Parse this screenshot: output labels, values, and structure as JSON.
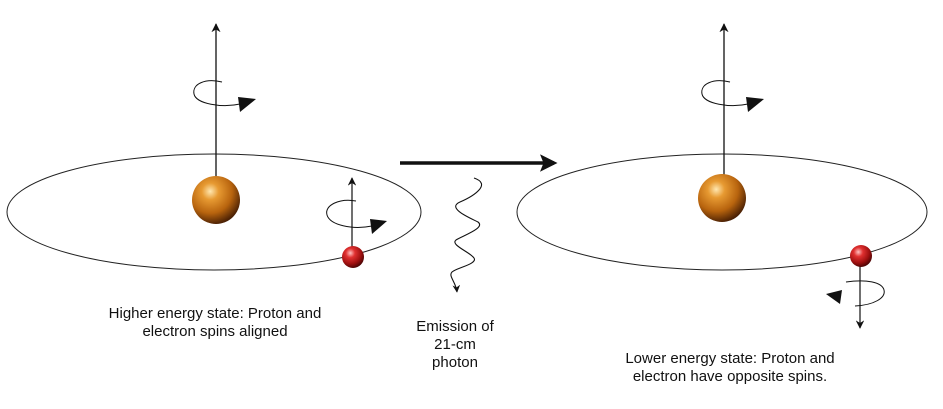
{
  "left_panel": {
    "caption_line1": "Higher energy state:  Proton and",
    "caption_line2": "electron spins aligned"
  },
  "transition": {
    "caption_line1": "Emission of",
    "caption_line2": "21-cm",
    "caption_line3": "photon"
  },
  "right_panel": {
    "caption_line1": "Lower energy state:  Proton and",
    "caption_line2": "electron have opposite spins."
  },
  "colors": {
    "proton": "#b8640e",
    "electron": "#c01818",
    "line": "#111111"
  }
}
